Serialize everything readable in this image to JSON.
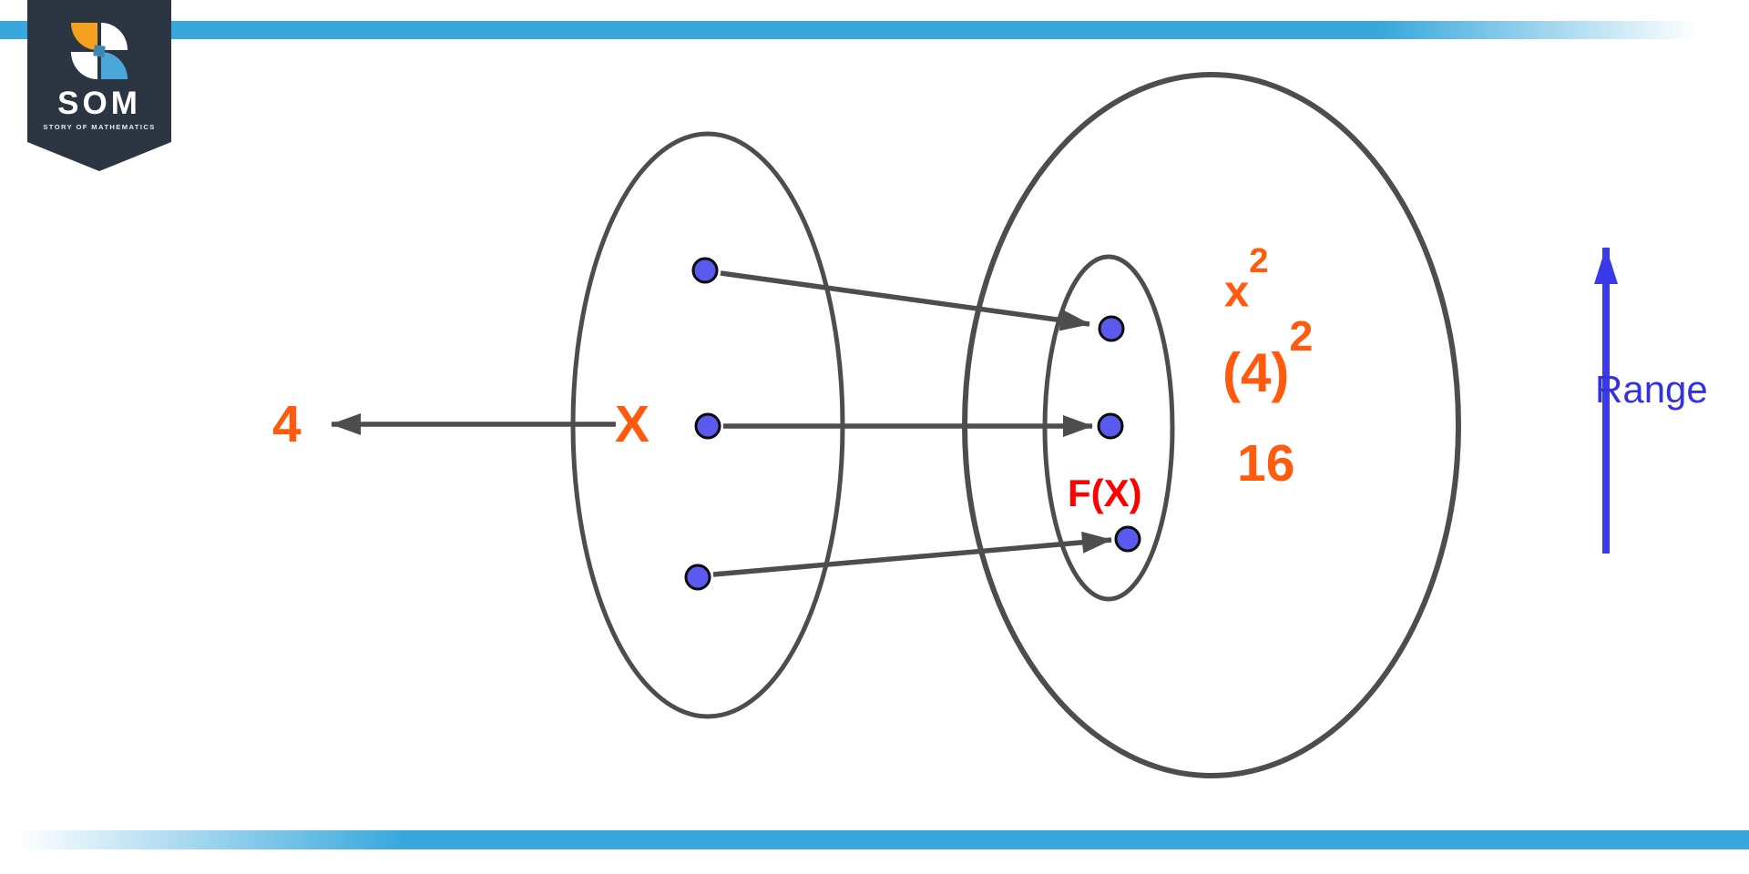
{
  "logo": {
    "title": "SOM",
    "tagline": "STORY OF MATHEMATICS"
  },
  "diagram": {
    "input_value": "4",
    "domain_label": "X",
    "output_label": "F(X)",
    "range_label": "Range",
    "expr_x_squared": {
      "base": "x",
      "sup": "2"
    },
    "expr_four_squared": {
      "base": "(4)",
      "sup": "2"
    },
    "result_value": "16",
    "domain_dots": 3,
    "range_dots": 3
  },
  "colors": {
    "accent_bar_cyan": "#38a8dc",
    "badge_background": "#2b3642",
    "icon_orange": "#f5a11f",
    "icon_blue": "#4ba7d9",
    "label_orange": "#ff5a0d",
    "label_red": "#ff0000",
    "range_arrow_blue": "#3232e0",
    "dot_fill_blue": "#5a5aef",
    "stroke_gray": "#4d4d4d"
  }
}
